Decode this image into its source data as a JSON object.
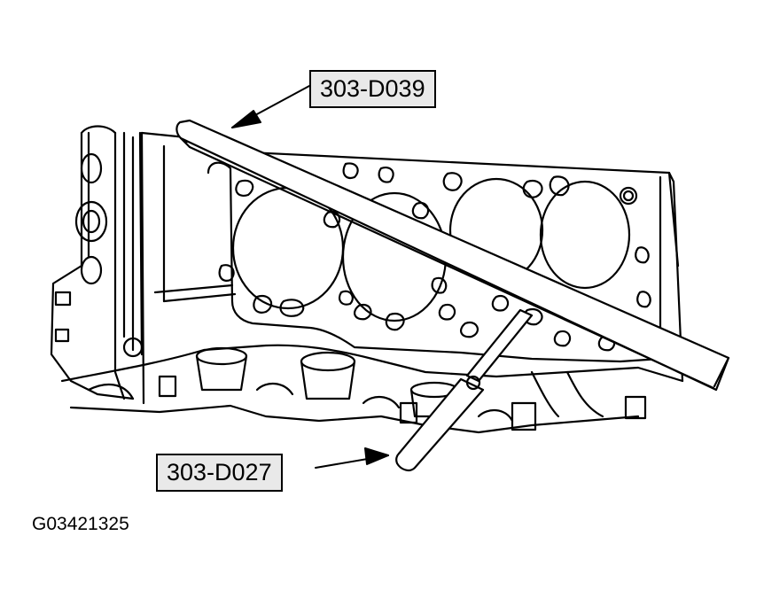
{
  "callouts": {
    "straightedge_tool": "303-D039",
    "feeler_gauge_tool": "303-D027"
  },
  "figure_id": "G03421325"
}
